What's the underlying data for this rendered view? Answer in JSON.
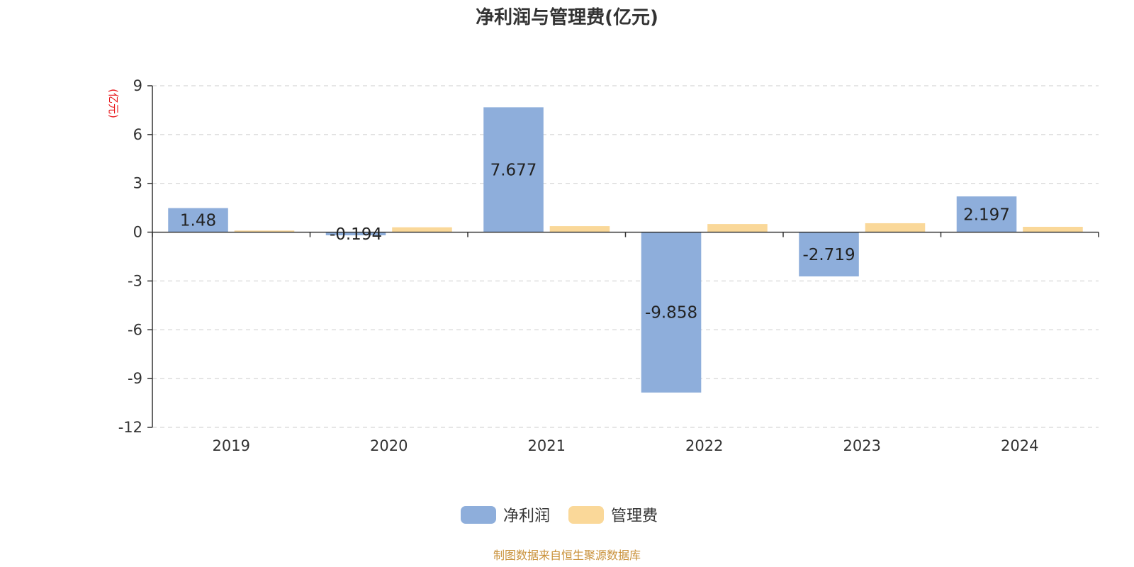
{
  "colors": {
    "series1": "#8eaedb",
    "series2": "#fad899",
    "axis": "#333333",
    "grid": "#cccccc",
    "ylabel": "#e8161a",
    "source": "#c9913a"
  },
  "source_note": "制图数据来自恒生聚源数据库",
  "chart_data": {
    "type": "bar",
    "title": "净利润与管理费(亿元)",
    "ylabel": "(亿元)",
    "xlabel": "",
    "categories": [
      "2019",
      "2020",
      "2021",
      "2022",
      "2023",
      "2024"
    ],
    "ylim": [
      -12,
      9
    ],
    "yticks": [
      9,
      6,
      3,
      0,
      -3,
      -6,
      -9,
      -12
    ],
    "grid": true,
    "legend_position": "bottom-center",
    "series": [
      {
        "name": "净利润",
        "values": [
          1.48,
          -0.194,
          7.677,
          -9.858,
          -2.719,
          2.197
        ],
        "data_labels": [
          "1.48",
          "-0.194",
          "7.677",
          "-9.858",
          "-2.719",
          "2.197"
        ]
      },
      {
        "name": "管理费",
        "values": [
          0.1,
          0.3,
          0.37,
          0.5,
          0.55,
          0.33
        ]
      }
    ]
  }
}
